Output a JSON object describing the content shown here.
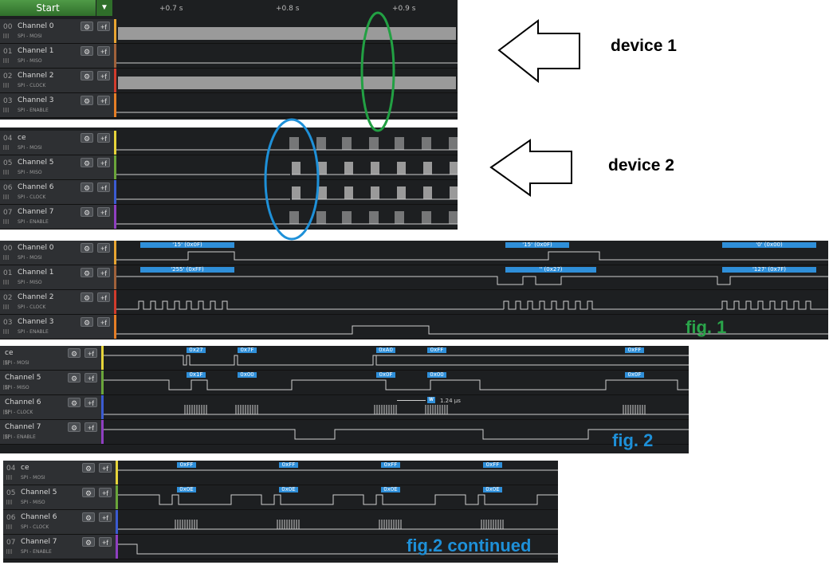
{
  "toolbar": {
    "start_label": "Start",
    "dropdown_icon": "chevron-down-icon"
  },
  "timeline": {
    "ticks": [
      "+0.7 s",
      "+0.8 s",
      "+0.9 s"
    ]
  },
  "row_buttons": {
    "settings_icon": "gear-icon",
    "trigger_label": "+f"
  },
  "panel1": {
    "rows": [
      {
        "num": "00",
        "name": "Channel 0",
        "sub": "SPI - MOSI",
        "color": "#e8a531"
      },
      {
        "num": "01",
        "name": "Channel 1",
        "sub": "SPI - MISO",
        "color": "#a0613a"
      },
      {
        "num": "02",
        "name": "Channel 2",
        "sub": "SPI - CLOCK",
        "color": "#d13b2c"
      },
      {
        "num": "03",
        "name": "Channel 3",
        "sub": "SPI - ENABLE",
        "color": "#e57e26"
      }
    ]
  },
  "panel2": {
    "rows": [
      {
        "num": "04",
        "name": "ce",
        "sub": "SPI - MOSI",
        "color": "#e6d43a"
      },
      {
        "num": "05",
        "name": "Channel 5",
        "sub": "SPI - MISO",
        "color": "#6aa53a"
      },
      {
        "num": "06",
        "name": "Channel 6",
        "sub": "SPI - CLOCK",
        "color": "#3b5bd1"
      },
      {
        "num": "07",
        "name": "Channel 7",
        "sub": "SPI - ENABLE",
        "color": "#8f3fc1"
      }
    ]
  },
  "panel3": {
    "rows": [
      {
        "num": "00",
        "name": "Channel 0",
        "sub": "SPI - MOSI",
        "color": "#e8a531",
        "labels": [
          "'15' (0x0F)",
          "'15' (0x0F)",
          "'0' (0x00)"
        ]
      },
      {
        "num": "01",
        "name": "Channel 1",
        "sub": "SPI - MISO",
        "color": "#a0613a",
        "labels": [
          "'255' (0xFF)",
          "'' (0x27)",
          "'127' (0x7F)"
        ]
      },
      {
        "num": "02",
        "name": "Channel 2",
        "sub": "SPI - CLOCK",
        "color": "#d13b2c"
      },
      {
        "num": "03",
        "name": "Channel 3",
        "sub": "SPI - ENABLE",
        "color": "#e57e26"
      }
    ],
    "caption": "fig. 1"
  },
  "panel4": {
    "rows": [
      {
        "name": "ce",
        "sub": "SPI - MOSI",
        "color": "#e6d43a",
        "labels": [
          "0x27",
          "0x7F",
          "0xA0",
          "0xFF",
          "0xFF"
        ]
      },
      {
        "name": "Channel 5",
        "sub": "SPI - MISO",
        "color": "#6aa53a",
        "labels": [
          "0x1F",
          "0x00",
          "0x0F",
          "0x00",
          "0x0F"
        ]
      },
      {
        "name": "Channel 6",
        "sub": "SPI - CLOCK",
        "color": "#3b5bd1"
      },
      {
        "name": "Channel 7",
        "sub": "SPI - ENABLE",
        "color": "#8f3fc1"
      }
    ],
    "measurement": {
      "badge": "W",
      "value": "1.24 µs"
    },
    "caption": "fig. 2"
  },
  "panel5": {
    "rows": [
      {
        "num": "04",
        "name": "ce",
        "sub": "SPI - MOSI",
        "color": "#e6d43a",
        "labels": [
          "0xFF",
          "0xFF",
          "0xFF",
          "0xFF"
        ]
      },
      {
        "num": "05",
        "name": "Channel 5",
        "sub": "SPI - MISO",
        "color": "#6aa53a",
        "labels": [
          "0x0E",
          "0x0E",
          "0x0E",
          "0x0E"
        ]
      },
      {
        "num": "06",
        "name": "Channel 6",
        "sub": "SPI - CLOCK",
        "color": "#3b5bd1"
      },
      {
        "num": "07",
        "name": "Channel 7",
        "sub": "SPI - ENABLE",
        "color": "#8f3fc1"
      }
    ],
    "caption": "fig.2 continued"
  },
  "annotations": {
    "device1": "device 1",
    "device2": "device 2",
    "green_ellipse_color": "#22a043",
    "blue_ellipse_color": "#1e90d8",
    "fig1_color": "#2aa44a",
    "fig2_color": "#1e90d8"
  }
}
